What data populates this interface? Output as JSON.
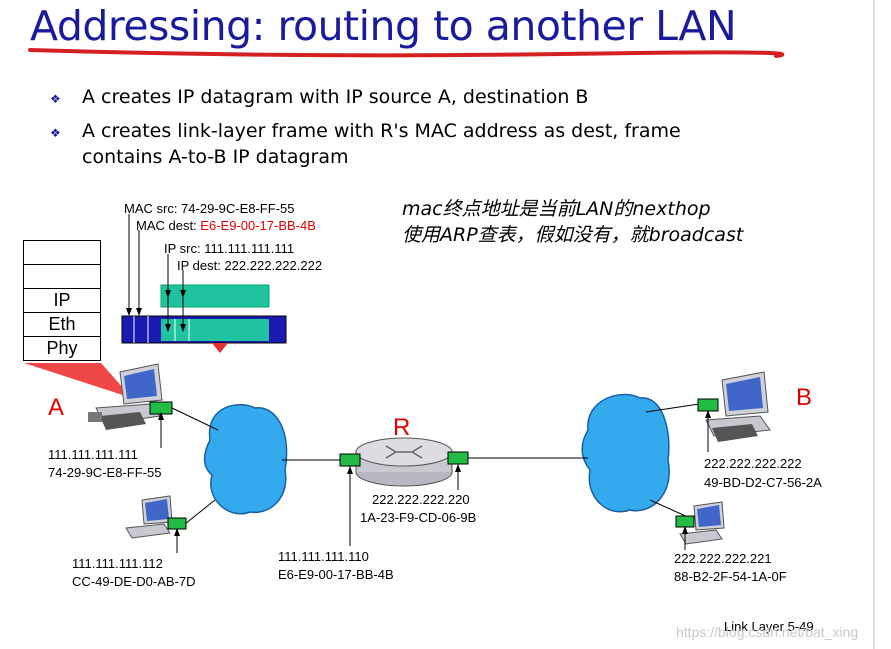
{
  "title": "Addressing: routing to another LAN",
  "bullets": [
    "A creates IP datagram with IP source A, destination B",
    "A creates link-layer frame with R's MAC address as dest, frame",
    "contains A-to-B IP datagram"
  ],
  "bullet_symbol": "❖",
  "frame": {
    "mac_src_label": "MAC src: 74-29-9C-E8-FF-55",
    "mac_dest_prefix": "MAC dest: ",
    "mac_dest_value": "E6-E9-00-17-BB-4B",
    "ip_src_label": "IP src: 111.111.111.111",
    "ip_dest_label": "IP dest: 222.222.222.222"
  },
  "stack_layers": [
    "IP",
    "Eth",
    "Phy"
  ],
  "annotation": {
    "line1": "mac终点地址是当前LAN的nexthop",
    "line2": "使用ARP查表，假如没有，就broadcast"
  },
  "nodes": {
    "A": {
      "label": "A",
      "ip": "111.111.111.111",
      "mac": "74-29-9C-E8-FF-55"
    },
    "A2": {
      "ip": "111.111.111.112",
      "mac": "CC-49-DE-D0-AB-7D"
    },
    "R": {
      "label": "R",
      "left_ip": "111.111.111.110",
      "left_mac": "E6-E9-00-17-BB-4B",
      "right_ip": "222.222.222.220",
      "right_mac": "1A-23-F9-CD-06-9B"
    },
    "B": {
      "label": "B",
      "ip": "222.222.222.222",
      "mac": "49-BD-D2-C7-56-2A"
    },
    "B2": {
      "ip": "222.222.222.221",
      "mac": "88-B2-2F-54-1A-0F"
    }
  },
  "colors": {
    "title": "#1a1a9c",
    "highlight": "#e00000",
    "lan_cloud": "#33aaee",
    "adapter": "#22bb44",
    "datagram": "#1fc3a0",
    "frame": "#1a1ab0"
  },
  "footer": "Link Layer  5-49",
  "watermark": "https://blog.csdn.net/bat_xing"
}
